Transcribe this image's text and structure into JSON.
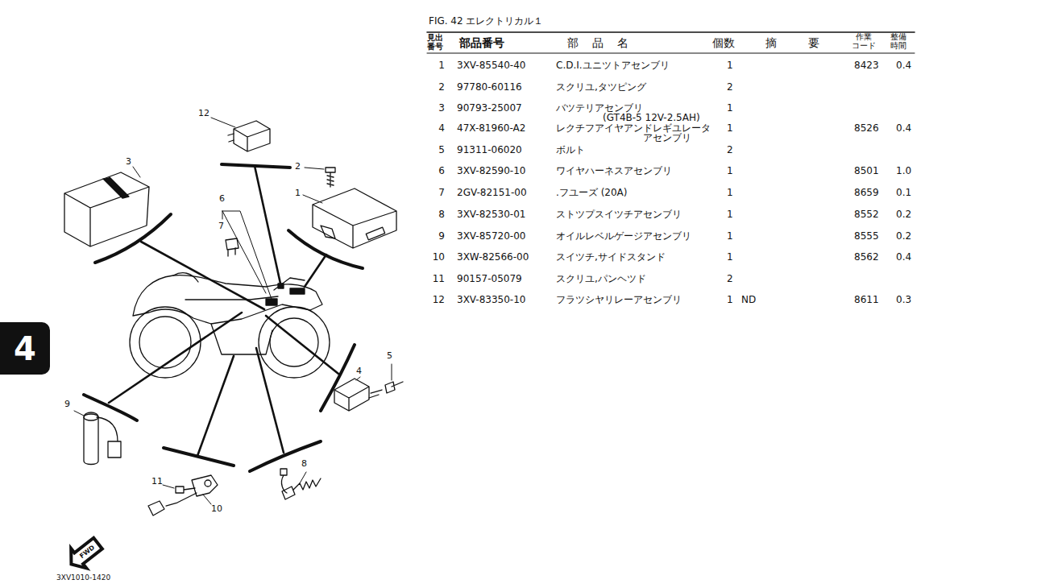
{
  "diagram": {
    "title": "FIG. 42 エレクトリカル１",
    "nodes": [
      {
        "text": [
          "4"
        ]
      },
      {
        "text": [
          "FWD"
        ]
      }
    ],
    "edges": [],
    "labels": [
      "見出 番号",
      "部品番号",
      "部品名",
      "個数",
      "摘要",
      "作業 コード",
      "整備 時間",
      "1",
      "3XV-85540-40",
      "C.D.I.ユニツトアセンブリ",
      "1",
      "8423",
      "0.4",
      "2",
      "97780-60116",
      "スクリユ,タツピング",
      "2",
      "3",
      "90793-25007",
      "バツテリアセンブリ",
      "1",
      "(GT4B-5 12V-2.5AH)",
      "4",
      "47X-81960-A2",
      "レクチフアイヤアンドレギユレータ",
      "1",
      "アセンブリ",
      "8526",
      "0.4",
      "5",
      "91311-06020",
      "ボルト",
      "2",
      "6",
      "3XV-82590-10",
      "ワイヤハーネスアセンブリ",
      "1",
      "8501",
      "1.0",
      "7",
      "2GV-82151-00",
      ".フユーズ (20A)",
      "1",
      "8659",
      "0.1",
      "8",
      "3XV-82530-01",
      "ストツプスイツチアセンブリ",
      "1",
      "8552",
      "0.2",
      "9",
      "3XV-85720-00",
      "オイルレベルゲージアセンブリ",
      "1",
      "8555",
      "0.2",
      "10",
      "3XW-82566-00",
      "スイツチ,サイドスタンド",
      "1",
      "8562",
      "0.4",
      "11",
      "90157-05079",
      "スクリユ,パンヘツド",
      "2",
      "12",
      "3XV-83350-10",
      "フラツシヤリレーアセンブリ",
      "1",
      "ND",
      "8611",
      "0.3",
      "12",
      "3",
      "2",
      "1",
      "6",
      "7",
      "4",
      "5",
      "9",
      "11",
      "10",
      "8",
      "3XV1010-1420"
    ]
  }
}
